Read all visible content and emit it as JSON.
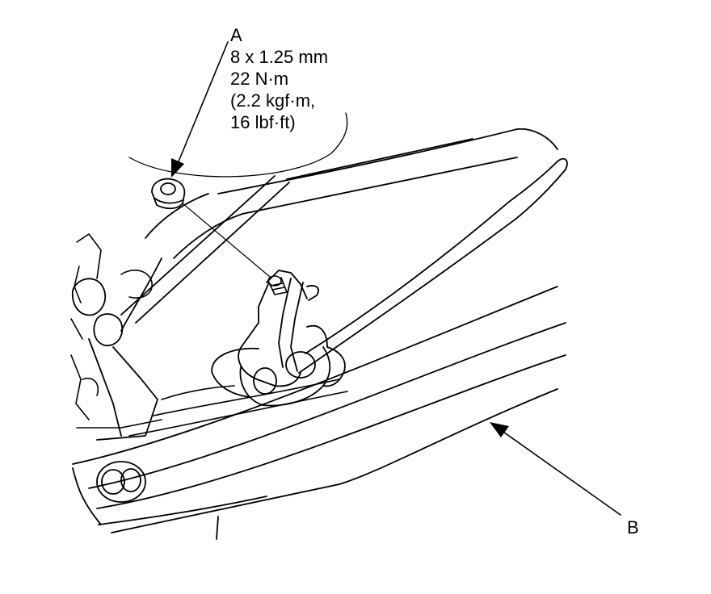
{
  "callouts": {
    "a": {
      "letter": "A",
      "spec_lines": [
        "8 x 1.25 mm",
        "22 N·m",
        "(2.2 kgf·m,",
        "16 lbf·ft)"
      ]
    },
    "b": {
      "letter": "B"
    }
  },
  "colors": {
    "line": "#000000",
    "background": "#ffffff"
  }
}
